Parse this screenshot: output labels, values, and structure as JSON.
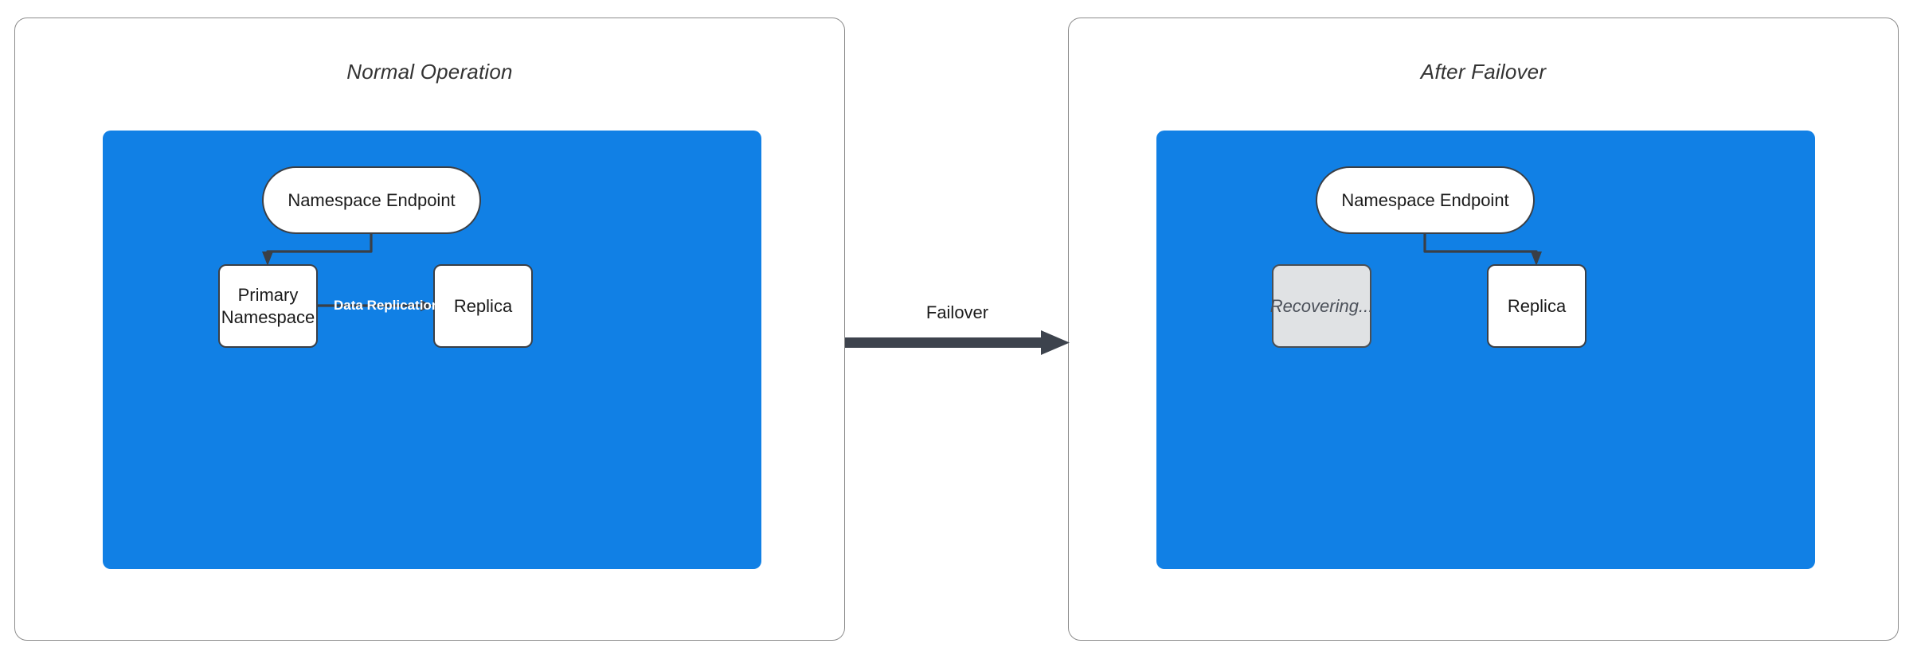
{
  "diagram": {
    "title_hidden": "",
    "background": "#ffffff",
    "accent_blue": "#1180E5",
    "line_color": "#3a3f46",
    "muted_fill": "#e0e2e4"
  },
  "panels": [
    {
      "id": "normal-operation",
      "title": "Normal Operation",
      "nodes": [
        {
          "id": "endpoint",
          "label": "Namespace Endpoint",
          "shape": "pill",
          "state": "active"
        },
        {
          "id": "primary",
          "label": "Primary\nNamespace",
          "line1": "Primary",
          "line2": "Namespace",
          "shape": "rect",
          "state": "active"
        },
        {
          "id": "replica",
          "label": "Replica",
          "shape": "rect",
          "state": "active"
        }
      ],
      "edges": [
        {
          "from": "endpoint",
          "to": "primary",
          "label": ""
        },
        {
          "from": "primary",
          "to": "replica",
          "label": "Data Replication"
        }
      ]
    },
    {
      "id": "after-failover",
      "title": "After Failover",
      "nodes": [
        {
          "id": "endpoint",
          "label": "Namespace Endpoint",
          "shape": "pill",
          "state": "active"
        },
        {
          "id": "recovering",
          "label": "Recovering...",
          "shape": "rect",
          "state": "recovering"
        },
        {
          "id": "replica",
          "label": "Replica",
          "shape": "rect",
          "state": "active"
        }
      ],
      "edges": [
        {
          "from": "endpoint",
          "to": "replica",
          "label": ""
        }
      ]
    }
  ],
  "transition": {
    "label": "Failover",
    "direction": "left-to-right"
  }
}
